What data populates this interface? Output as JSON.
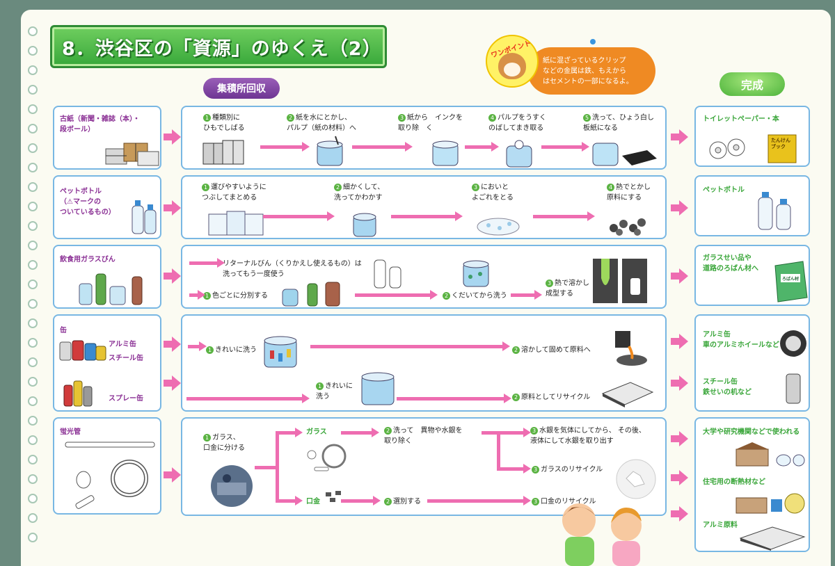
{
  "title": "8．渋谷区の「資源」のゆくえ（2）",
  "collection_label": "集積所回収",
  "complete_label": "完成",
  "tip": {
    "badge": "ワンポイント",
    "lines": [
      "紙に混ざっているクリップ",
      "などの金属は鉄、もえから",
      "はセメントの一部になるよ。"
    ]
  },
  "sources": {
    "paper": "古紙（新聞・雑誌（本）・\n段ボール）",
    "pet": "ペットボトル\n（⚠マークの\nついているもの）",
    "glass": "飲食用ガラスびん",
    "can": "缶",
    "aluminum": "アルミ缶",
    "steel": "スチール缶",
    "spray": "スプレー缶",
    "fluorescent": "蛍光管"
  },
  "steps": {
    "paper": [
      {
        "n": "1",
        "t": "種類別に\nひもでしばる"
      },
      {
        "n": "2",
        "t": "紙を水にとかし、\nパルプ（紙の材料）へ"
      },
      {
        "n": "3",
        "t": "紙から　インクを\n取り除　く"
      },
      {
        "n": "4",
        "t": "パルプをうすく\nのばしてまき取る"
      },
      {
        "n": "5",
        "t": "洗って、ひょう白し\n板紙になる"
      }
    ],
    "pet": [
      {
        "n": "1",
        "t": "運びやすいように\nつぶしてまとめる"
      },
      {
        "n": "2",
        "t": "細かくして、\n洗ってかわかす"
      },
      {
        "n": "3",
        "t": "においと\nよごれをとる"
      },
      {
        "n": "4",
        "t": "熱でとかし\n原料にする"
      }
    ],
    "glass_return": "リターナルびん（くりかえし使えるもの）は\n洗ってもう一度使う",
    "glass": [
      {
        "n": "1",
        "t": "色ごとに分別する"
      },
      {
        "n": "2",
        "t": "くだいてから洗う"
      },
      {
        "n": "3",
        "t": "熱で溶かし\n成型する"
      }
    ],
    "alu": [
      {
        "n": "1",
        "t": "きれいに洗う"
      },
      {
        "n": "2",
        "t": "溶かして固めて原料へ"
      }
    ],
    "spray": [
      {
        "n": "1",
        "t": "きれいに\n洗う"
      },
      {
        "n": "2",
        "t": "原料としてリサイクル"
      }
    ],
    "fluo": {
      "s1": {
        "n": "1",
        "t": "ガラス、\n口金に分ける"
      },
      "glass_label": "ガラス",
      "cap_label": "口金",
      "g2": {
        "n": "2",
        "t": "洗って　異物や水銀を\n取り除く"
      },
      "g3": {
        "n": "3",
        "t": "水銀を気体にしてから、 その後、\n液体にして水銀を取り出す"
      },
      "g3b": {
        "n": "3",
        "t": "ガラスのリサイクル"
      },
      "c2": {
        "n": "2",
        "t": "選別する"
      },
      "c3": {
        "n": "3",
        "t": "口金のリサイクル"
      }
    }
  },
  "outputs": {
    "paper": "トイレットペーパー・本",
    "book_label": "たんけんブック",
    "pet": "ペットボトル",
    "glass": "ガラスせい品や\n道路のろばん材へ",
    "glass_bag": "ろばん材",
    "alu": "アルミ缶\n車のアルミホイールなど",
    "steel": "スチール缶\n鉄せいの机など",
    "fluo1": "大学や研究機関などで使われる",
    "fluo2": "住宅用の断熱材など",
    "fluo3": "アルミ原料"
  },
  "colors": {
    "arrow": "#ee6db1",
    "box_border": "#78b7e3",
    "title_green": "#38a83a",
    "label_purple": "#8a2f94",
    "step_number": "#5bb343",
    "tip_orange": "#ef8a23"
  }
}
